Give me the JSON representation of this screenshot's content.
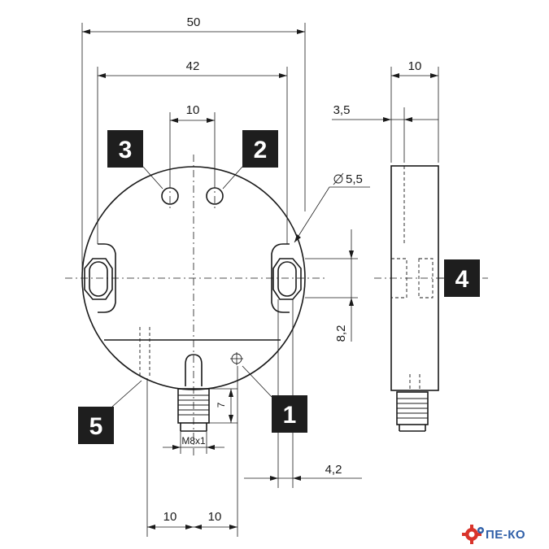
{
  "dimensions": {
    "overall_width": "50",
    "hole_spacing_outer": "42",
    "top_hole_spacing": "10",
    "side_thickness": "10",
    "side_offset": "3,5",
    "hole_diameter": "5,5",
    "slot_height": "8,2",
    "connector_length": "7",
    "connector_thread": "M8x1",
    "right_offset": "4,2",
    "bottom_left": "10",
    "bottom_right": "10"
  },
  "callouts": [
    "1",
    "2",
    "3",
    "4",
    "5"
  ],
  "logo": {
    "text": "ПЕ-КО",
    "icon": "gear-icon",
    "colors": [
      "#d9342b",
      "#2f5fa8"
    ]
  }
}
